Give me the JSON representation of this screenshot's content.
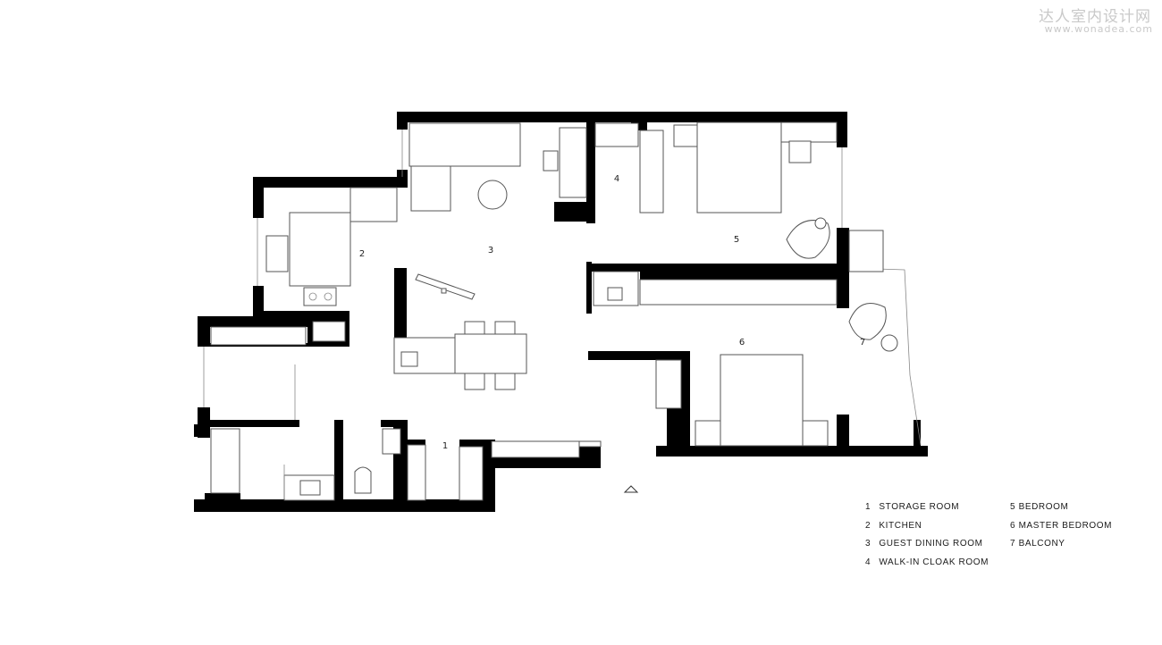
{
  "watermark": {
    "site_cn": "达人室内设计网",
    "site_url": "www.wonadea.com"
  },
  "plan": {
    "room_numbers": [
      "1",
      "2",
      "3",
      "4",
      "5",
      "6",
      "7"
    ]
  },
  "legend": {
    "left": [
      {
        "num": "1",
        "label": "STORAGE ROOM"
      },
      {
        "num": "2",
        "label": "KITCHEN"
      },
      {
        "num": "3",
        "label": "GUEST DINING ROOM"
      },
      {
        "num": "4",
        "label": "WALK-IN CLOAK ROOM"
      }
    ],
    "right": [
      {
        "num": "5",
        "label": "BEDROOM"
      },
      {
        "num": "6",
        "label": "MASTER BEDROOM"
      },
      {
        "num": "7",
        "label": "BALCONY"
      }
    ]
  },
  "colors": {
    "wall": "#000000",
    "background": "#ffffff",
    "watermark": "#c9c9c9"
  },
  "icons": [
    "north-arrow-icon"
  ]
}
